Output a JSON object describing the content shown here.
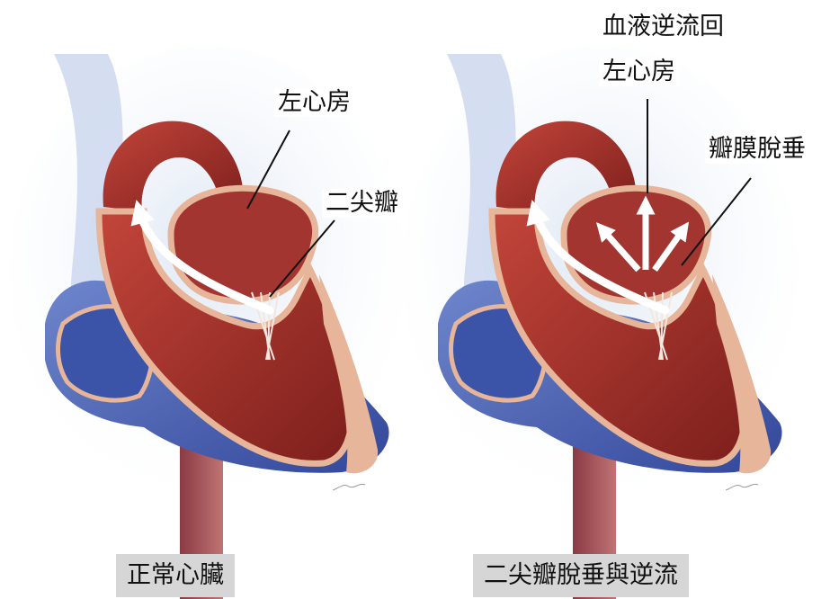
{
  "left_panel": {
    "labels": {
      "atrium": "左心房",
      "valve": "二尖瓣"
    },
    "caption": "正常心臟"
  },
  "right_panel": {
    "labels": {
      "regurg_line1": "血液逆流回",
      "regurg_line2": "左心房",
      "prolapse": "瓣膜脫垂"
    },
    "caption": "二尖瓣脫垂與逆流"
  },
  "colors": {
    "vein_blue": "#4a66b5",
    "artery_red": "#a8312a",
    "muscle_wall": "#e6b59a",
    "flow_arrow": "#ffffff"
  }
}
